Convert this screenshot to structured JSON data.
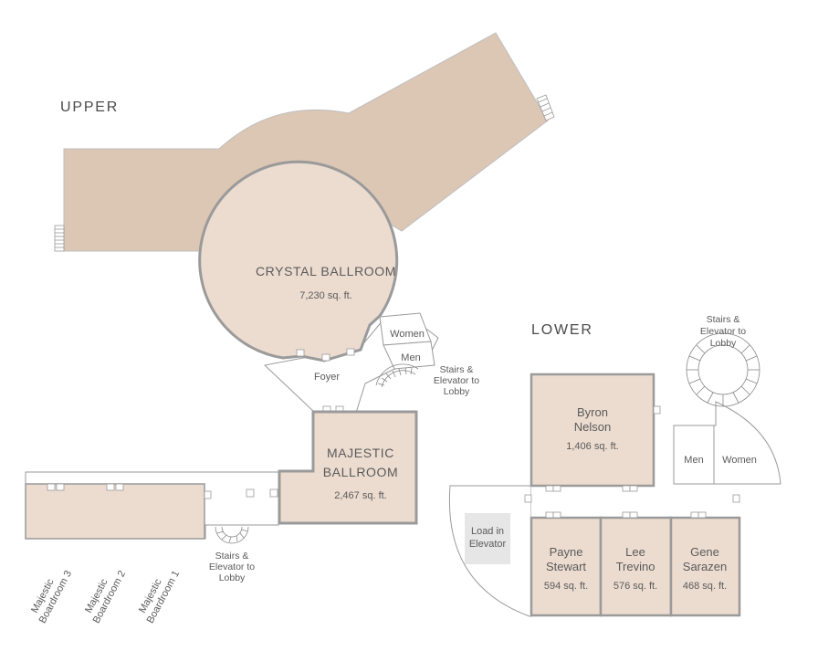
{
  "sections": {
    "upper": "UPPER",
    "lower": "LOWER"
  },
  "rooms": {
    "crystal": {
      "name": "CRYSTAL BALLROOM",
      "area": "7,230 sq. ft."
    },
    "majestic": {
      "name_line1": "MAJESTIC",
      "name_line2": "BALLROOM",
      "area": "2,467 sq. ft."
    },
    "byron": {
      "line1": "Byron",
      "line2": "Nelson",
      "area": "1,406 sq. ft."
    },
    "payne": {
      "line1": "Payne",
      "line2": "Stewart",
      "area": "594 sq. ft."
    },
    "lee": {
      "line1": "Lee",
      "line2": "Trevino",
      "area": "576 sq. ft."
    },
    "gene": {
      "line1": "Gene",
      "line2": "Sarazen",
      "area": "468 sq. ft."
    },
    "boardroom3": {
      "line1": "Majestic",
      "line2": "Boardroom 3"
    },
    "boardroom2": {
      "line1": "Majestic",
      "line2": "Boardroom 2"
    },
    "boardroom1": {
      "line1": "Majestic",
      "line2": "Boardroom 1"
    }
  },
  "amenities": {
    "upper_women": "Women",
    "upper_men": "Men",
    "foyer": "Foyer",
    "lower_men": "Men",
    "lower_women": "Women",
    "load_in_line1": "Load in",
    "load_in_line2": "Elevator"
  },
  "stairs": {
    "upper": {
      "line1": "Stairs &",
      "line2": "Elevator to",
      "line3": "Lobby"
    },
    "mezz": {
      "line1": "Stairs &",
      "line2": "Elevator to",
      "line3": "Lobby"
    },
    "lower": {
      "line1": "Stairs &",
      "line2": "Elevator to",
      "line3": "Lobby"
    }
  },
  "colors": {
    "upper_fill": "#dcc6b4",
    "room_fill": "#ecdcd0",
    "wall": "#9a9a9a",
    "elevator": "#e6e6e6"
  }
}
